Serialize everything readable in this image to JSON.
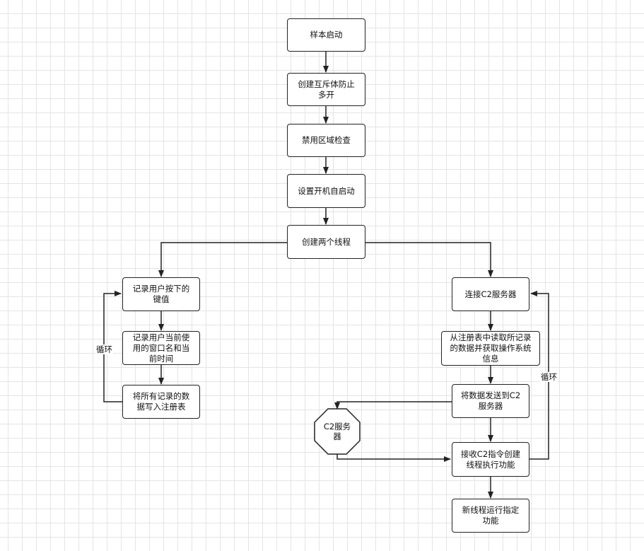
{
  "nodes": {
    "sample_start": "样本启动",
    "create_mutex": "创建互斥体防止\n多开",
    "region_check": "禁用区域检查",
    "autostart": "设置开机自启动",
    "two_threads": "创建两个线程",
    "record_keys": "记录用户按下的\n键值",
    "record_window": "记录用户当前使\n用的窗口名和当\n前时间",
    "write_registry": "将所有记录的数\n据写入注册表",
    "connect_c2": "连接C2服务器",
    "read_registry": "从注册表中读取所记录\n的数据并获取操作系统\n信息",
    "send_data": "将数据发送到C2\n服务器",
    "recv_cmd": "接收C2指令创建\n线程执行功能",
    "new_thread": "新线程运行指定\n功能",
    "c2_server": "C2服务\n器"
  },
  "labels": {
    "loop_left": "循环",
    "loop_right": "循环"
  }
}
